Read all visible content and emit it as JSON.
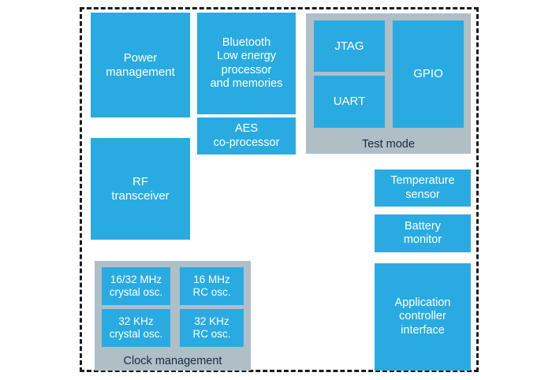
{
  "diagram": {
    "title": "Bluetooth Low Energy SoC block diagram",
    "colors": {
      "block_fill": "#29abe2",
      "block_text": "#ffffff",
      "panel_fill": "#b0bec6",
      "panel_label_text": "#1a2a44",
      "boundary": "#1b1b1b",
      "background": "#ffffff"
    },
    "boundary": {
      "style": "dashed",
      "label": "chip-boundary"
    },
    "blocks": {
      "power_management": "Power\nmanagement",
      "rf_transceiver": "RF\ntransceiver",
      "ble_processor": "Bluetooth\nLow energy\nprocessor\nand memories",
      "aes_coprocessor": "AES\nco-processor",
      "jtag": "JTAG",
      "uart": "UART",
      "gpio": "GPIO",
      "temperature_sensor": "Temperature\nsensor",
      "battery_monitor": "Battery\nmonitor",
      "application_controller_interface": "Application\ncontroller\ninterface",
      "crystal_osc_16_32mhz": "16/32 MHz\ncrystal osc.",
      "rc_osc_16mhz": "16 MHz\nRC osc.",
      "crystal_osc_32khz": "32 KHz\ncrystal osc.",
      "rc_osc_32khz": "32 KHz\nRC osc."
    },
    "panels": {
      "test_mode": "Test mode",
      "clock_management": "Clock management"
    }
  }
}
